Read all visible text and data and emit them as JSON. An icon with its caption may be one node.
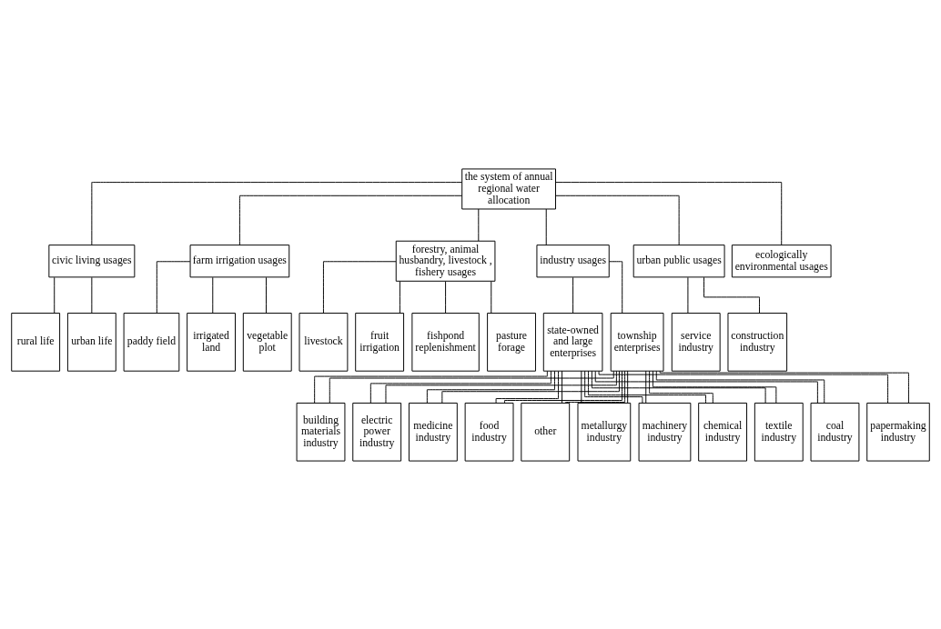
{
  "diagram": {
    "nodes": [
      {
        "text": [
          "the system of annual regional water allocation"
        ]
      },
      {
        "text": [
          "civic living usages"
        ]
      },
      {
        "text": [
          "farm irrigation usages"
        ]
      },
      {
        "text": [
          "forestry, animal husbandry, livestock , fishery usages"
        ]
      },
      {
        "text": [
          "industry usages"
        ]
      },
      {
        "text": [
          "urban public usages"
        ]
      },
      {
        "text": [
          "ecologically environmental usages"
        ]
      },
      {
        "text": [
          "urban life"
        ]
      },
      {
        "text": [
          "rural life"
        ]
      },
      {
        "text": [
          "paddy field"
        ]
      },
      {
        "text": [
          "irrigated land"
        ]
      },
      {
        "text": [
          "vegetable plot"
        ]
      },
      {
        "text": [
          "fruit irrigation"
        ]
      },
      {
        "text": [
          "fishpond replenishment"
        ]
      },
      {
        "text": [
          "pasture forage"
        ]
      },
      {
        "text": [
          "livestock"
        ]
      },
      {
        "text": [
          "state-owned and large enterprises"
        ]
      },
      {
        "text": [
          "township enterprises"
        ]
      },
      {
        "text": [
          "construction industry"
        ]
      },
      {
        "text": [
          "service industry"
        ]
      },
      {
        "text": [
          "metallurgy industry"
        ]
      },
      {
        "text": [
          "machinery industry"
        ]
      },
      {
        "text": [
          "chemical industry"
        ]
      },
      {
        "text": [
          "textile industry"
        ]
      },
      {
        "text": [
          "coal industry"
        ]
      },
      {
        "text": [
          "papermaking industry"
        ]
      },
      {
        "text": [
          "building materials industry"
        ]
      },
      {
        "text": [
          "electric power industry"
        ]
      },
      {
        "text": [
          "medicine industry"
        ]
      },
      {
        "text": [
          "food industry"
        ]
      },
      {
        "text": [
          "other"
        ]
      }
    ],
    "edges": [
      {
        "from": 0,
        "to": 1,
        "arrow": "none"
      },
      {
        "from": 0,
        "to": 2,
        "arrow": "none"
      },
      {
        "from": 0,
        "to": 3,
        "arrow": "none"
      },
      {
        "from": 0,
        "to": 4,
        "arrow": "none"
      },
      {
        "from": 0,
        "to": 5,
        "arrow": "none"
      },
      {
        "from": 0,
        "to": 6,
        "arrow": "none"
      },
      {
        "from": 1,
        "to": 7,
        "arrow": "none"
      },
      {
        "from": 1,
        "to": 8,
        "arrow": "none"
      },
      {
        "from": 2,
        "to": 9,
        "arrow": "none"
      },
      {
        "from": 2,
        "to": 10,
        "arrow": "none"
      },
      {
        "from": 2,
        "to": 11,
        "arrow": "none"
      },
      {
        "from": 3,
        "to": 12,
        "arrow": "none"
      },
      {
        "from": 3,
        "to": 13,
        "arrow": "none"
      },
      {
        "from": 3,
        "to": 14,
        "arrow": "none"
      },
      {
        "from": 3,
        "to": 15,
        "arrow": "none"
      },
      {
        "from": 4,
        "to": 16,
        "arrow": "none"
      },
      {
        "from": 4,
        "to": 17,
        "arrow": "none"
      },
      {
        "from": 5,
        "to": 18,
        "arrow": "none"
      },
      {
        "from": 5,
        "to": 19,
        "arrow": "none"
      },
      {
        "from": 16,
        "to": 20,
        "arrow": "none"
      },
      {
        "from": 16,
        "to": 21,
        "arrow": "none"
      },
      {
        "from": 16,
        "to": 22,
        "arrow": "none"
      },
      {
        "from": 16,
        "to": 23,
        "arrow": "none"
      },
      {
        "from": 16,
        "to": 24,
        "arrow": "none"
      },
      {
        "from": 16,
        "to": 25,
        "arrow": "none"
      },
      {
        "from": 16,
        "to": 26,
        "arrow": "none"
      },
      {
        "from": 16,
        "to": 27,
        "arrow": "none"
      },
      {
        "from": 16,
        "to": 28,
        "arrow": "none"
      },
      {
        "from": 16,
        "to": 29,
        "arrow": "none"
      },
      {
        "from": 16,
        "to": 30,
        "arrow": "none"
      },
      {
        "from": 17,
        "to": 20,
        "arrow": "none"
      },
      {
        "from": 17,
        "to": 21,
        "arrow": "none"
      },
      {
        "from": 17,
        "to": 22,
        "arrow": "none"
      },
      {
        "from": 17,
        "to": 23,
        "arrow": "none"
      },
      {
        "from": 17,
        "to": 24,
        "arrow": "none"
      },
      {
        "from": 17,
        "to": 25,
        "arrow": "none"
      },
      {
        "from": 17,
        "to": 26,
        "arrow": "none"
      },
      {
        "from": 17,
        "to": 27,
        "arrow": "none"
      },
      {
        "from": 17,
        "to": 28,
        "arrow": "none"
      },
      {
        "from": 17,
        "to": 29,
        "arrow": "none"
      },
      {
        "from": 17,
        "to": 30,
        "arrow": "none"
      }
    ]
  }
}
